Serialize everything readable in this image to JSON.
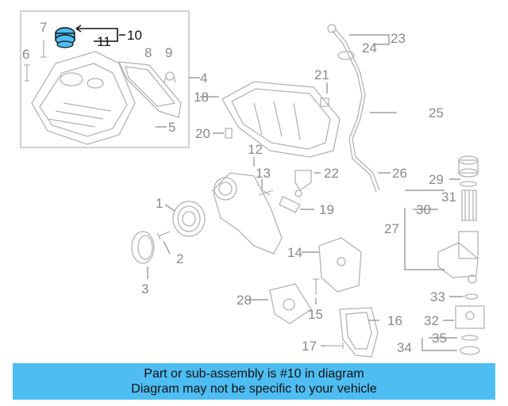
{
  "diagram": {
    "labels": {
      "n1": "1",
      "n2": "2",
      "n3": "3",
      "n4": "4",
      "n5": "5",
      "n6": "6",
      "n7": "7",
      "n8": "8",
      "n9": "9",
      "n10": "10",
      "n11": "11",
      "n12": "12",
      "n13": "13",
      "n14": "14",
      "n15": "15",
      "n16": "16",
      "n17": "17",
      "n18": "18",
      "n19": "19",
      "n20": "20",
      "n21": "21",
      "n22": "22",
      "n23": "23",
      "n24": "24",
      "n25": "25",
      "n26": "26",
      "n27": "27",
      "n28": "28",
      "n29": "29",
      "n30": "30",
      "n31": "31",
      "n32": "32",
      "n33": "33",
      "n34": "34",
      "n35": "35"
    },
    "highlighted_part": "10",
    "highlight_color": "#4dbdf2"
  },
  "banner": {
    "line1": "Part or sub-assembly is #10 in diagram",
    "line2": "Diagram may not be specific to your vehicle",
    "color": "#4dbdf2"
  }
}
